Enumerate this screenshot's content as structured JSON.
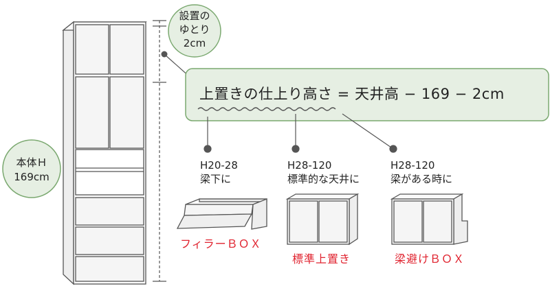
{
  "bubbles": {
    "clearance": {
      "line1": "設置の",
      "line2": "ゆとり",
      "line3": "2cm"
    },
    "body_height": {
      "line1": "本体Ｈ",
      "line2": "169cm"
    }
  },
  "formula": "上置きの仕上り高さ = 天井高 − 169 − 2cm",
  "options": [
    {
      "range": "H20-28",
      "desc": "梁下に",
      "name": "フィラーＢＯＸ"
    },
    {
      "range": "H28-120",
      "desc": "標準的な天井に",
      "name": "標準上置き"
    },
    {
      "range": "H28-120",
      "desc": "梁がある時に",
      "name": "梁避けＢＯＸ"
    }
  ],
  "colors": {
    "bubble_fill": "#e6efe3",
    "bubble_stroke": "#7aa86f",
    "product_name": "#e0232f",
    "panel_fill": "#f7f7f7",
    "line": "#555555"
  }
}
